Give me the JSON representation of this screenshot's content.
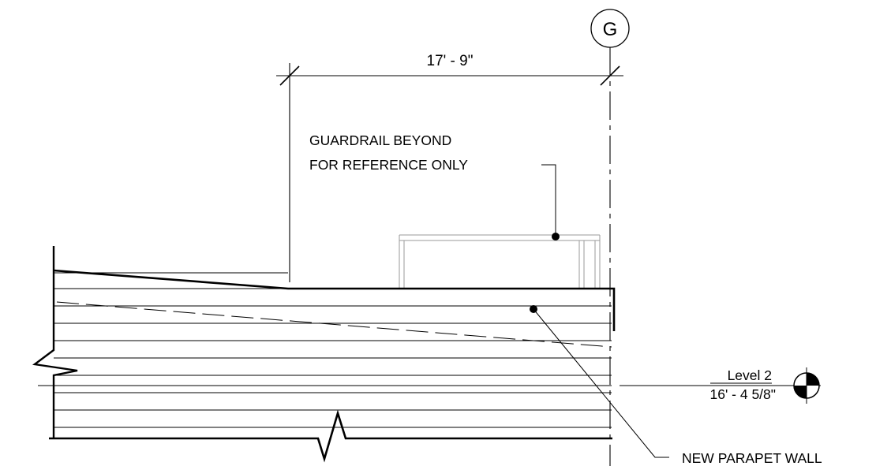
{
  "grid": {
    "label": "G"
  },
  "dimension": {
    "text": "17' - 9\""
  },
  "notes": {
    "guardrail_line1": "GUARDRAIL BEYOND",
    "guardrail_line2": "FOR REFERENCE ONLY",
    "parapet": "NEW PARAPET WALL"
  },
  "level": {
    "name": "Level 2",
    "elevation": "16' - 4 5/8\""
  },
  "colors": {
    "ink": "#000000",
    "paper": "#ffffff",
    "light": "#9a9a9a"
  }
}
